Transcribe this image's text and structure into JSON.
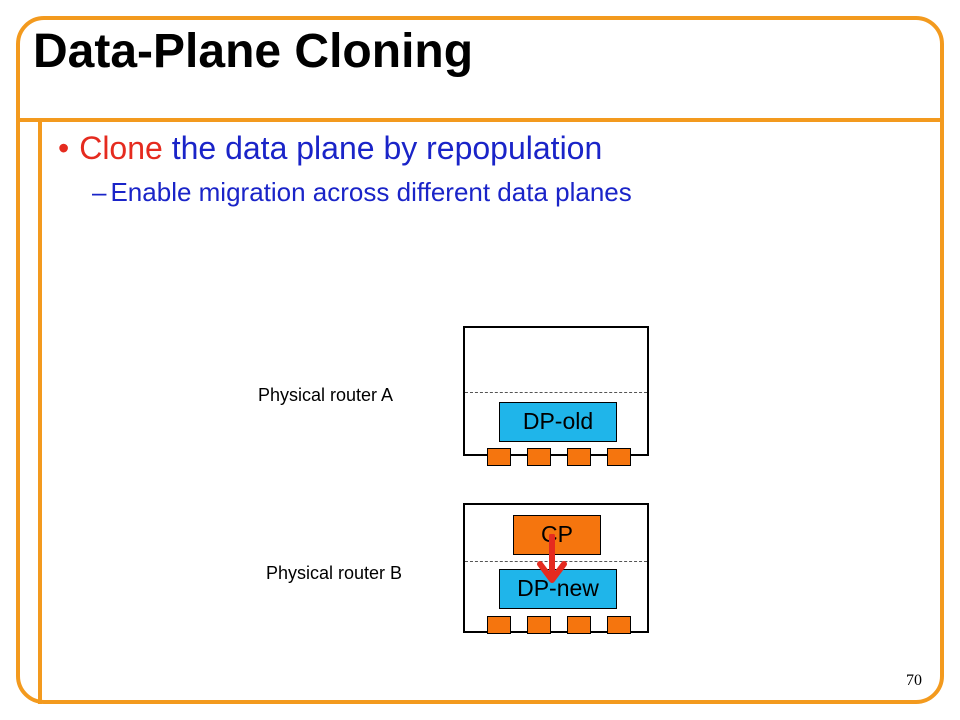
{
  "slide": {
    "title": "Data-Plane Cloning",
    "bullet": {
      "highlight": "Clone",
      "rest": " the data plane by repopulation"
    },
    "sub_bullet": "Enable migration across different data planes",
    "page_number": "70"
  },
  "diagram": {
    "router_a": {
      "label": "Physical router A",
      "data_plane": "DP-old"
    },
    "router_b": {
      "label": "Physical router B",
      "control_plane": "CP",
      "data_plane": "DP-new"
    }
  },
  "colors": {
    "frame": "#f39a1e",
    "bullet_text": "#1a24c8",
    "highlight": "#e52b1f",
    "data_plane": "#1fb5ea",
    "control_plane": "#f5750e",
    "port": "#f5750e",
    "arrow": "#e52b1f"
  }
}
